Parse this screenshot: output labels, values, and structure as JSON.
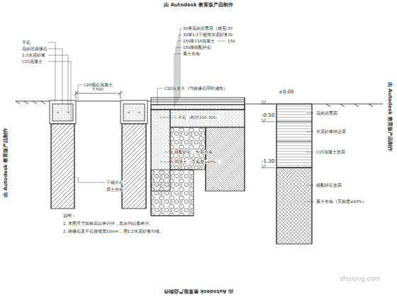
{
  "diagram": {
    "labels": [
      "由 Autodesk 教育版产品制作",
      "由 Autodesk 教育版产品制作",
      "由 Autodesk 教育版产品制作",
      "由 Autodesk 教育版产品制作",
      "7.500",
      "±0.00",
      "-0.50",
      "-1.30",
      "平石",
      "花岗岩路缘石",
      "1:3水泥砂浆",
      "C15混凝土",
      "C20细石混凝土",
      "干砌片石",
      "原土夯实",
      "30厚花岗岩面层（烧毛面）",
      "30厚1:3干硬性水泥砂浆",
      "150厚C15混凝土",
      "150厚级配碎石",
      "素土夯实",
      "30",
      "30",
      "150",
      "C20混凝土（与路缘石同时浇筑）",
      "片石（粒径200-300）",
      "级配砂石，分层夯实",
      "回填土（压实度≥93%）",
      "说明：",
      "1. 本图尺寸除标高以米计外，其余均以毫米计。",
      "2. 路缘石及平石接缝宽10mm，用1:2水泥砂浆勾缝。",
      "花岗岩面层",
      "水泥砂浆结合层",
      "C15混凝土垫层",
      "级配碎石垫层",
      "素土夯实（压实度≥93%）",
      "zhulong.com"
    ]
  }
}
